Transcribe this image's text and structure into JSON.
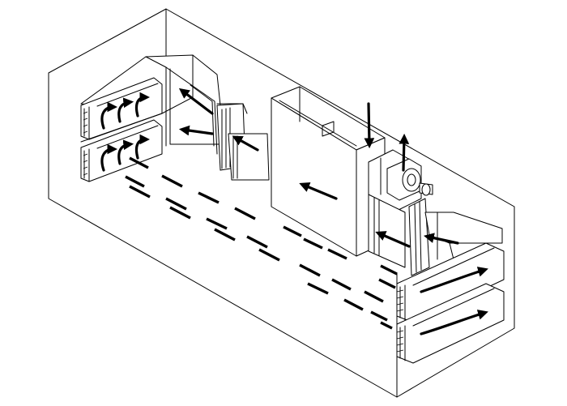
{
  "diagram": {
    "view": "isometric-cutaway",
    "line_color": "#000000",
    "background": "#ffffff",
    "components": [
      "outer-enclosure",
      "left-coil-upper",
      "left-coil-lower",
      "left-transition-duct",
      "center-filter-box",
      "blower-fan",
      "right-transition-duct",
      "right-coil-upper",
      "right-coil-lower"
    ],
    "airflow_arrows": 14,
    "dashed_flow_lines": 24
  }
}
